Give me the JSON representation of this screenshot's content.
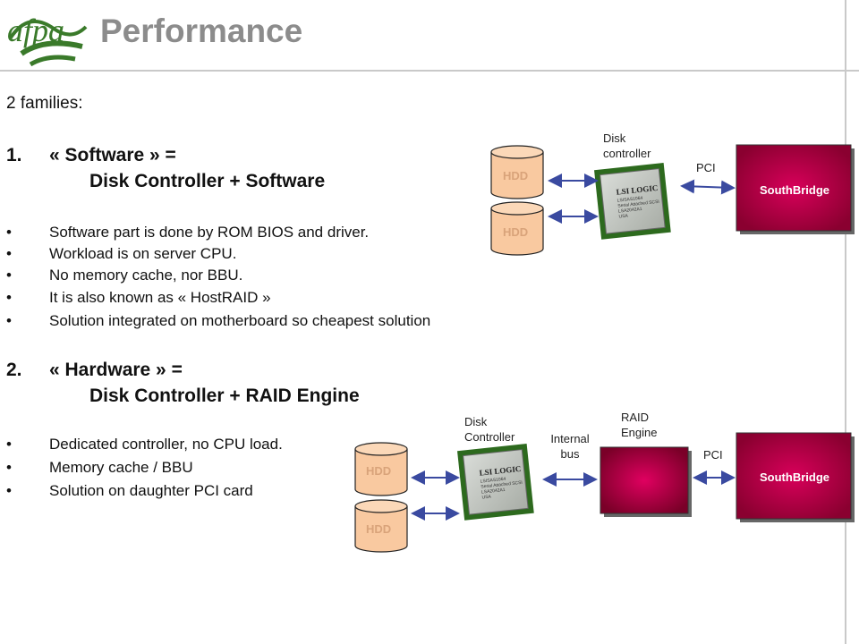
{
  "slide": {
    "title": "Performance",
    "intro": "2 families:",
    "section1": {
      "number": "1.",
      "heading": "« Software » =",
      "subheading": "Disk Controller + Software",
      "bullets": [
        "Software part is done by ROM BIOS and driver.",
        "Workload is on server CPU.",
        "No memory cache, nor BBU.",
        "It is also known as « HostRAID »",
        "Solution integrated on motherboard so cheapest solution"
      ]
    },
    "section2": {
      "number": "2.",
      "heading": "« Hardware » =",
      "subheading": "Disk Controller + RAID Engine",
      "bullets": [
        "Dedicated controller, no CPU load.",
        "Memory cache / BBU",
        "Solution on daughter PCI card"
      ]
    }
  },
  "bullet_symbol": "•",
  "diagram1": {
    "hdd_top": "HDD",
    "hdd_bottom": "HDD",
    "disk_controller_label": "Disk controller",
    "pci_label": "PCI",
    "southbridge": "SouthBridge"
  },
  "diagram2": {
    "hdd_top": "HDD",
    "hdd_bottom": "HDD",
    "disk_controller_label": "Disk Controller",
    "internal_bus_label": "Internal bus",
    "raid_engine_label": "RAID Engine",
    "pci_label": "PCI",
    "southbridge": "SouthBridge"
  },
  "chip_text": {
    "brand": "LSI LOGIC",
    "line1": "LSISAS1064",
    "line2": "Serial Attached SCSI",
    "line3": "LSA2042A1",
    "line4": "USA"
  },
  "colors": {
    "title": "#8c8c8c",
    "hdd_fill": "#f9c9a0",
    "hdd_text": "#d9a37a",
    "southbridge": "#b0003a",
    "raid_engine": "#a8003a",
    "arrow": "#3a4aa0",
    "logo_green": "#3a7a2a"
  }
}
